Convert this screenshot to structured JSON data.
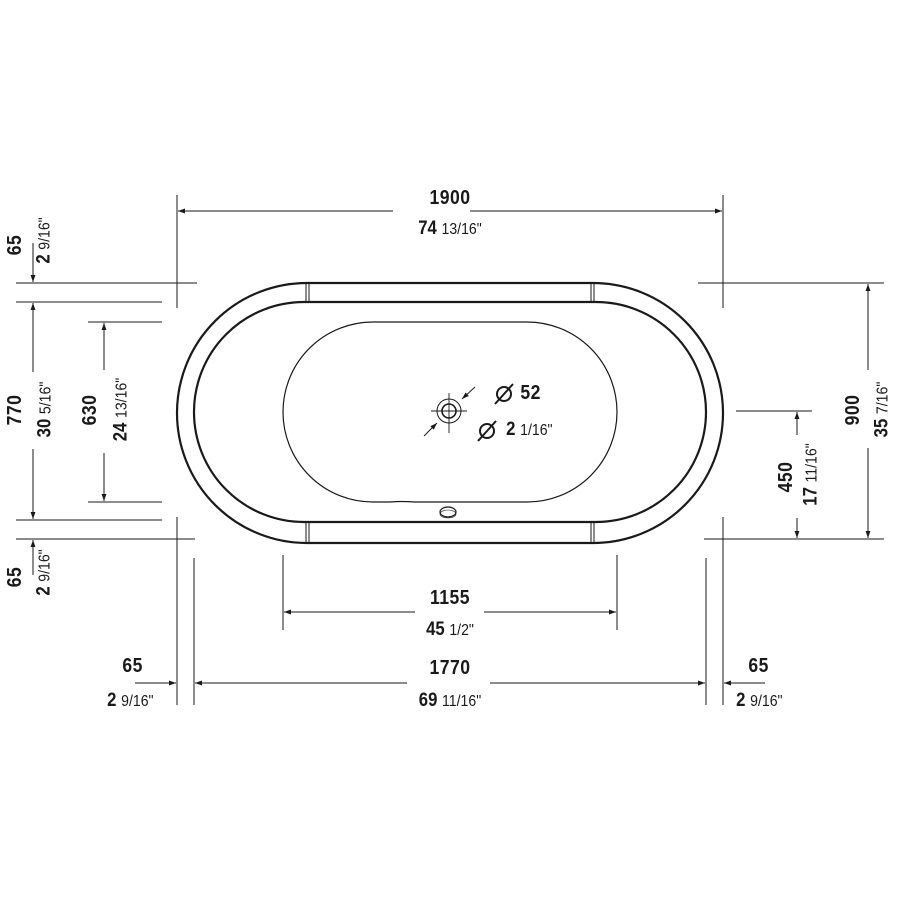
{
  "drawing": {
    "title": "Oval freestanding bathtub – top view dimension drawing",
    "colors": {
      "line": "#1a1a1a",
      "background": "#ffffff"
    }
  },
  "dimensions": {
    "overall_length": {
      "mm": "1900",
      "inch_whole": "74",
      "inch_frac": "13/16\""
    },
    "overall_width": {
      "mm": "900",
      "inch_whole": "35",
      "inch_frac": "7/16\""
    },
    "inner_rim_length": {
      "mm": "1770",
      "inch_whole": "69",
      "inch_frac": "11/16\""
    },
    "inner_rim_width": {
      "mm": "770",
      "inch_whole": "30",
      "inch_frac": "5/16\""
    },
    "basin_width": {
      "mm": "630",
      "inch_whole": "24",
      "inch_frac": "13/16\""
    },
    "basin_flat_length": {
      "mm": "1155",
      "inch_whole": "45",
      "inch_frac": "1/2\""
    },
    "drain_offset": {
      "mm": "450",
      "inch_whole": "17",
      "inch_frac": "11/16\""
    },
    "drain_diameter": {
      "symbol": "Ø",
      "mm": "52",
      "inch_whole": "2",
      "inch_frac": "1/16\""
    },
    "rim_top": {
      "mm": "65",
      "inch_whole": "2",
      "inch_frac": "9/16\""
    },
    "rim_bottom": {
      "mm": "65",
      "inch_whole": "2",
      "inch_frac": "9/16\""
    },
    "rim_left": {
      "mm": "65",
      "inch_whole": "2",
      "inch_frac": "9/16\""
    },
    "rim_right": {
      "mm": "65",
      "inch_whole": "2",
      "inch_frac": "9/16\""
    }
  }
}
